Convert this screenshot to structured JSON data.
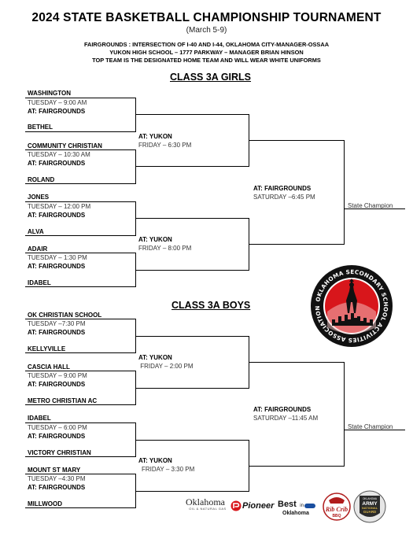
{
  "header": {
    "title": "2024 STATE  BASKETBALL  CHAMPIONSHIP  TOURNAMENT",
    "dates": "(March 5-9)",
    "info_lines": [
      "FAIRGROUNDS  :  INTERSECTION OF I-40 AND I-44, OKLAHOMA CITY-MANAGER-OSSAA",
      "YUKON HIGH SCHOOL – 1777 PARKWAY – MANAGER BRIAN HINSON",
      "TOP TEAM IS THE DESIGNATED HOME TEAM AND WILL WEAR WHITE UNIFORMS"
    ]
  },
  "girls": {
    "heading": "CLASS 3A GIRLS",
    "games": [
      {
        "top": "WASHINGTON",
        "time": "TUESDAY – 9:00 AM",
        "loc": "AT:  FAIRGROUNDS",
        "bottom": "BETHEL"
      },
      {
        "top": "COMMUNITY CHRISTIAN",
        "time": "TUESDAY – 10:30 AM",
        "loc": "AT:  FAIRGROUNDS",
        "bottom": "ROLAND"
      },
      {
        "top": "JONES",
        "time": "TUESDAY – 12:00 PM",
        "loc": "AT:  FAIRGROUNDS",
        "bottom": "ALVA"
      },
      {
        "top": "ADAIR",
        "time": "TUESDAY – 1:30 PM",
        "loc": "AT:  FAIRGROUNDS",
        "bottom": "IDABEL"
      }
    ],
    "semis": [
      {
        "loc": "AT:  YUKON",
        "time": "FRIDAY – 6:30 PM"
      },
      {
        "loc": "AT:  YUKON",
        "time": "FRIDAY – 8:00 PM"
      }
    ],
    "final": {
      "loc": "AT:  FAIRGROUNDS",
      "time": "SATURDAY –6:45 PM"
    },
    "champion": "State Champion"
  },
  "boys": {
    "heading": "CLASS 3A BOYS",
    "games": [
      {
        "top": "OK CHRISTIAN SCHOOL",
        "time": "TUESDAY –7:30 PM",
        "loc": "AT:  FAIRGROUNDS",
        "bottom": "KELLYVILLE"
      },
      {
        "top": "CASCIA HALL",
        "time": "TUESDAY – 9:00 PM",
        "loc": "AT:  FAIRGROUNDS",
        "bottom": "METRO CHRISTIAN AC"
      },
      {
        "top": "IDABEL",
        "time": "TUESDAY – 6:00 PM",
        "loc": "AT:  FAIRGROUNDS",
        "bottom": "VICTORY CHRISTIAN"
      },
      {
        "top": "MOUNT ST MARY",
        "time": "TUESDAY –4:30 PM",
        "loc": "AT:  FAIRGROUNDS",
        "bottom": "MILLWOOD"
      }
    ],
    "semis": [
      {
        "loc": "AT:  YUKON",
        "time": " FRIDAY – 2:00 PM"
      },
      {
        "loc": "AT:  YUKON",
        "time": "FRIDAY – 3:30 PM"
      }
    ],
    "final": {
      "loc": "AT:  FAIRGROUNDS",
      "time": "SATURDAY –11:45 AM"
    },
    "champion": "State Champion"
  },
  "logo": {
    "text": "OKLAHOMA SECONDARY SCHOOL ACTIVITIES ASSOCIATION",
    "colors": {
      "ring": "#111111",
      "fill": "#d8161b",
      "sky": "#f4c8c8"
    }
  },
  "sponsors": [
    {
      "name": "Oklahoma",
      "tagline": "OIL & NATURAL GAS"
    },
    {
      "name": "Pioneer"
    },
    {
      "name": "Best",
      "suffix": "in",
      "line2": "Oklahoma"
    },
    {
      "name": "Rib Crib",
      "tagline": "BBQ"
    },
    {
      "name": "OKLAHOMA",
      "line2": "ARMY",
      "line3": "NATIONAL",
      "line4": "GUARD"
    }
  ]
}
